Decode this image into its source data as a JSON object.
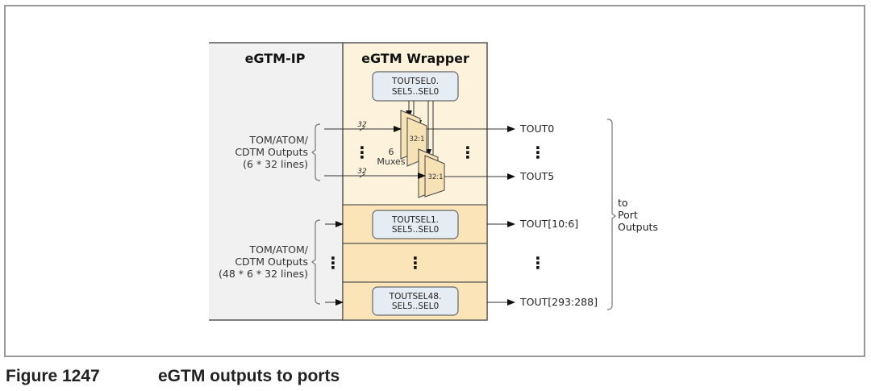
{
  "figure": {
    "number": "Figure 1247",
    "title": "eGTM outputs to ports"
  },
  "diagram": {
    "ip_block": {
      "title": "eGTM-IP"
    },
    "wrapper_block": {
      "title": "eGTM Wrapper"
    },
    "input_group_1": {
      "line1": "TOM/ATOM/",
      "line2": "CDTM Outputs",
      "line3": "(6 * 32 lines)"
    },
    "input_group_2": {
      "line1": "TOM/ATOM/",
      "line2": "CDTM Outputs",
      "line3": "(48 * 6 * 32 lines)"
    },
    "bus_width_label": "32",
    "mux_label": "32:1",
    "mux_count": {
      "line1": "6",
      "line2": "Muxes"
    },
    "selectors": [
      {
        "line1": "TOUTSEL0.",
        "line2": "SEL5..SEL0"
      },
      {
        "line1": "TOUTSEL1.",
        "line2": "SEL5..SEL0"
      },
      {
        "line1": "TOUTSEL48.",
        "line2": "SEL5..SEL0"
      }
    ],
    "outputs": [
      "TOUT0",
      "TOUT5",
      "TOUT[10:6]",
      "TOUT[293:288]"
    ],
    "destination": {
      "line1": "to",
      "line2": "Port",
      "line3": "Outputs"
    },
    "ellipsis": "⋮"
  },
  "colors": {
    "ip_fill": "#f1f1f1",
    "wrapper_fill": "#fdf3dc",
    "wrapper_row_fill": "#fbe5b8",
    "selector_fill": "#e6ecf3",
    "mux_fill": "#f7e2b5"
  }
}
